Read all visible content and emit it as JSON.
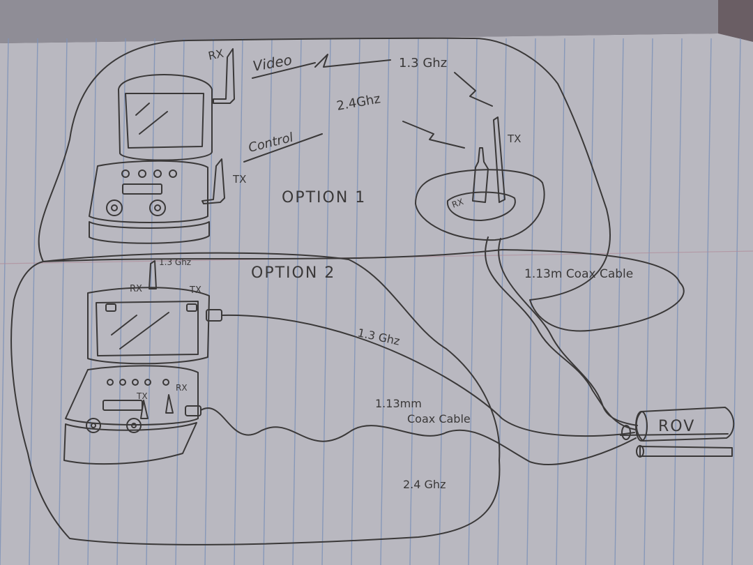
{
  "colors": {
    "paper": "#b9b8c0",
    "rule_line": "#7f93b8",
    "margin_line": "#b08c9a",
    "ink": "#3a3838",
    "background": "#6a5e64"
  },
  "option1": {
    "label": "OPTION 1",
    "goggles_rx_label": "RX",
    "remote_tx_label": "TX",
    "video_label": "Video",
    "control_label": "Control",
    "video_freq": "1.3 Ghz",
    "control_freq": "2.4Ghz",
    "buoy_tx_label": "TX",
    "buoy_rx_label": "RX",
    "tether_label": "1.13m Coax Cable"
  },
  "option2": {
    "label": "OPTION 2",
    "goggles_rx_label": "RX",
    "goggles_tx_label": "TX",
    "antenna_freq": "1.3 Ghz",
    "remote_tx_label": "TX",
    "remote_rx_label": "RX",
    "video_line_freq": "1.3 Ghz",
    "cable_label": "1.13mm\nCoax Cable",
    "control_line_freq": "2.4 Ghz"
  },
  "rov": {
    "label": "ROV"
  }
}
